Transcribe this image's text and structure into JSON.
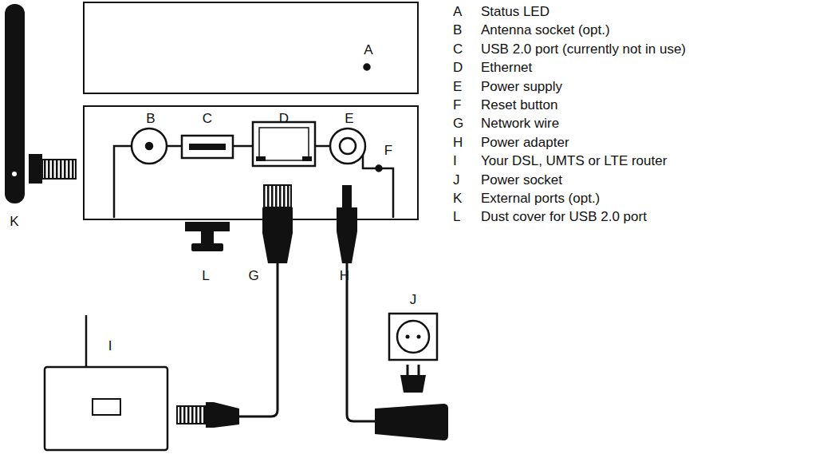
{
  "diagram": {
    "nodes": [
      {
        "text": [
          "A"
        ]
      },
      {
        "text": [
          "B",
          "C",
          "D",
          "E",
          "F"
        ]
      }
    ],
    "labels": [
      "K",
      "L",
      "G",
      "H",
      "I",
      "J",
      "A",
      "Status LED",
      "B",
      "Antenna socket (opt.)",
      "C",
      "USB 2.0 port (currently not in use)",
      "D",
      "Ethernet",
      "E",
      "Power supply",
      "F",
      "Reset button",
      "G",
      "Network wire",
      "H",
      "Power adapter",
      "I",
      "Your DSL, UMTS or LTE router",
      "J",
      "Power socket",
      "K",
      "External ports (opt.)",
      "L",
      "Dust cover for USB 2.0 port"
    ]
  }
}
